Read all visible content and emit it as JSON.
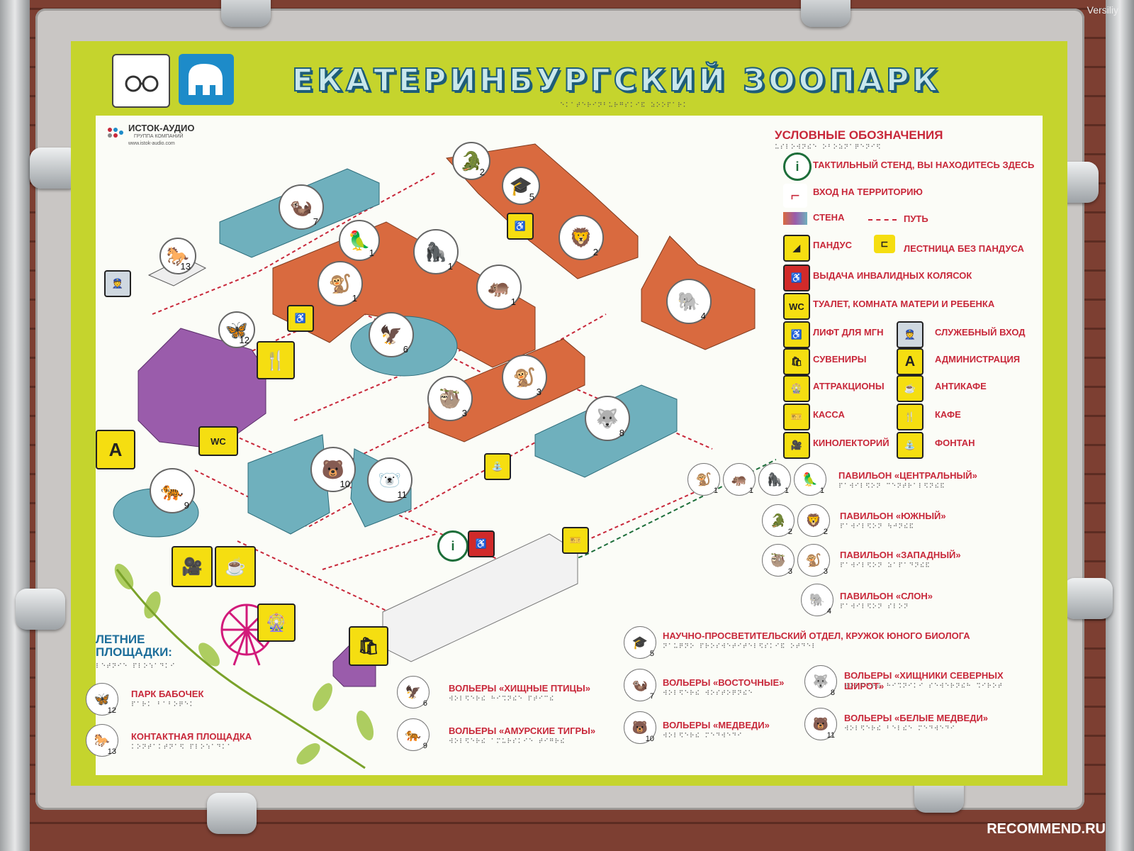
{
  "header": {
    "title": "ЕКАТЕРИНБУРГСКИЙ ЗООПАРК",
    "logo_name": "ИСТОК-АУДИО",
    "logo_sub": "ГРУППА КОМПАНИЙ",
    "logo_url": "www.istok-audio.com",
    "watermark_top": "Versiliy",
    "watermark_bottom": "RECOMMEND.RU"
  },
  "legend": {
    "title": "УСЛОВНЫЕ ОБОЗНАЧЕНИЯ",
    "items": [
      {
        "label": "ТАКТИЛЬНЫЙ СТЕНД, ВЫ НАХОДИТЕСЬ ЗДЕСЬ",
        "icon": "info-icon"
      },
      {
        "label": "ВХОД НА ТЕРРИТОРИЮ",
        "icon": "entrance-icon"
      },
      {
        "label": "СТЕНА",
        "icon": "wall-icon"
      },
      {
        "label": "ПУТЬ",
        "icon": "path-icon"
      },
      {
        "label": "ПАНДУС",
        "icon": "ramp-icon"
      },
      {
        "label": "ЛЕСТНИЦА БЕЗ ПАНДУСА",
        "icon": "stairs-icon"
      },
      {
        "label": "ВЫДАЧА ИНВАЛИДНЫХ КОЛЯСОК",
        "icon": "wheelchair-icon"
      },
      {
        "label": "ТУАЛЕТ, КОМНАТА МАТЕРИ И РЕБЕНКА",
        "icon": "wc-icon",
        "glyph": "WC"
      },
      {
        "label": "ЛИФТ ДЛЯ МГН",
        "icon": "lift-icon"
      },
      {
        "label": "СЛУЖЕБНЫЙ ВХОД",
        "icon": "staff-icon"
      },
      {
        "label": "СУВЕНИРЫ",
        "icon": "souvenir-icon"
      },
      {
        "label": "АДМИНИСТРАЦИЯ",
        "icon": "admin-icon",
        "glyph": "A"
      },
      {
        "label": "АТТРАКЦИОНЫ",
        "icon": "ferris-wheel-icon"
      },
      {
        "label": "АНТИКАФЕ",
        "icon": "cup-icon"
      },
      {
        "label": "КАССА",
        "icon": "ticket-icon"
      },
      {
        "label": "КАФЕ",
        "icon": "cafe-icon"
      },
      {
        "label": "КИНОЛЕКТОРИЙ",
        "icon": "camera-icon"
      },
      {
        "label": "ФОНТАН",
        "icon": "fountain-icon"
      }
    ]
  },
  "pavilions": [
    {
      "label": "ПАВИЛЬОН «ЦЕНТРАЛЬНЫЙ»",
      "numbers": [
        "1",
        "1",
        "1",
        "1"
      ]
    },
    {
      "label": "ПАВИЛЬОН «ЮЖНЫЙ»",
      "numbers": [
        "2",
        "2"
      ]
    },
    {
      "label": "ПАВИЛЬОН «ЗАПАДНЫЙ»",
      "numbers": [
        "3",
        "3"
      ]
    },
    {
      "label": "ПАВИЛЬОН «СЛОН»",
      "numbers": [
        "4"
      ]
    }
  ],
  "enclosures": [
    {
      "n": "5",
      "label": "НАУЧНО-ПРОСВЕТИТЕЛЬСКИЙ ОТДЕЛ, КРУЖОК ЮНОГО БИОЛОГА",
      "icon": "graduation-cap-icon"
    },
    {
      "n": "6",
      "label": "ВОЛЬЕРЫ «ХИЩНЫЕ ПТИЦЫ»",
      "icon": "eagle-icon"
    },
    {
      "n": "7",
      "label": "ВОЛЬЕРЫ «ВОСТОЧНЫЕ»",
      "icon": "otter-icon"
    },
    {
      "n": "8",
      "label": "ВОЛЬЕРЫ «ХИЩНИКИ СЕВЕРНЫХ ШИРОТ»",
      "icon": "wolf-icon"
    },
    {
      "n": "9",
      "label": "ВОЛЬЕРЫ «АМУРСКИЕ ТИГРЫ»",
      "icon": "tiger-icon"
    },
    {
      "n": "10",
      "label": "ВОЛЬЕРЫ «МЕДВЕДИ»",
      "icon": "bear-icon"
    },
    {
      "n": "11",
      "label": "ВОЛЬЕРЫ «БЕЛЫЕ МЕДВЕДИ»",
      "icon": "polar-bear-icon"
    }
  ],
  "summer": {
    "title": "ЛЕТНИЕ ПЛОЩАДКИ:",
    "items": [
      {
        "n": "12",
        "label": "ПАРК БАБОЧЕК",
        "icon": "butterfly-icon"
      },
      {
        "n": "13",
        "label": "КОНТАКТНАЯ ПЛОЩАДКА",
        "icon": "horse-icon"
      }
    ]
  },
  "map_numbers": {
    "n1": "1",
    "n2": "2",
    "n3": "3",
    "n4": "4",
    "n5": "5",
    "n6": "6",
    "n7": "7",
    "n8": "8",
    "n9": "9",
    "n10": "10",
    "n11": "11",
    "n12": "12",
    "n13": "13"
  },
  "glyphs": {
    "wc": "WC",
    "admin": "A"
  },
  "colors": {
    "sign_green": "#c5d42d",
    "label_red": "#c8283a",
    "pavilion_orange": "#d96a3f",
    "enclosure_blue": "#6fb0bd",
    "purple": "#9a5cab",
    "yellow_icon": "#f5de11",
    "title_blue": "#1e5d78"
  }
}
